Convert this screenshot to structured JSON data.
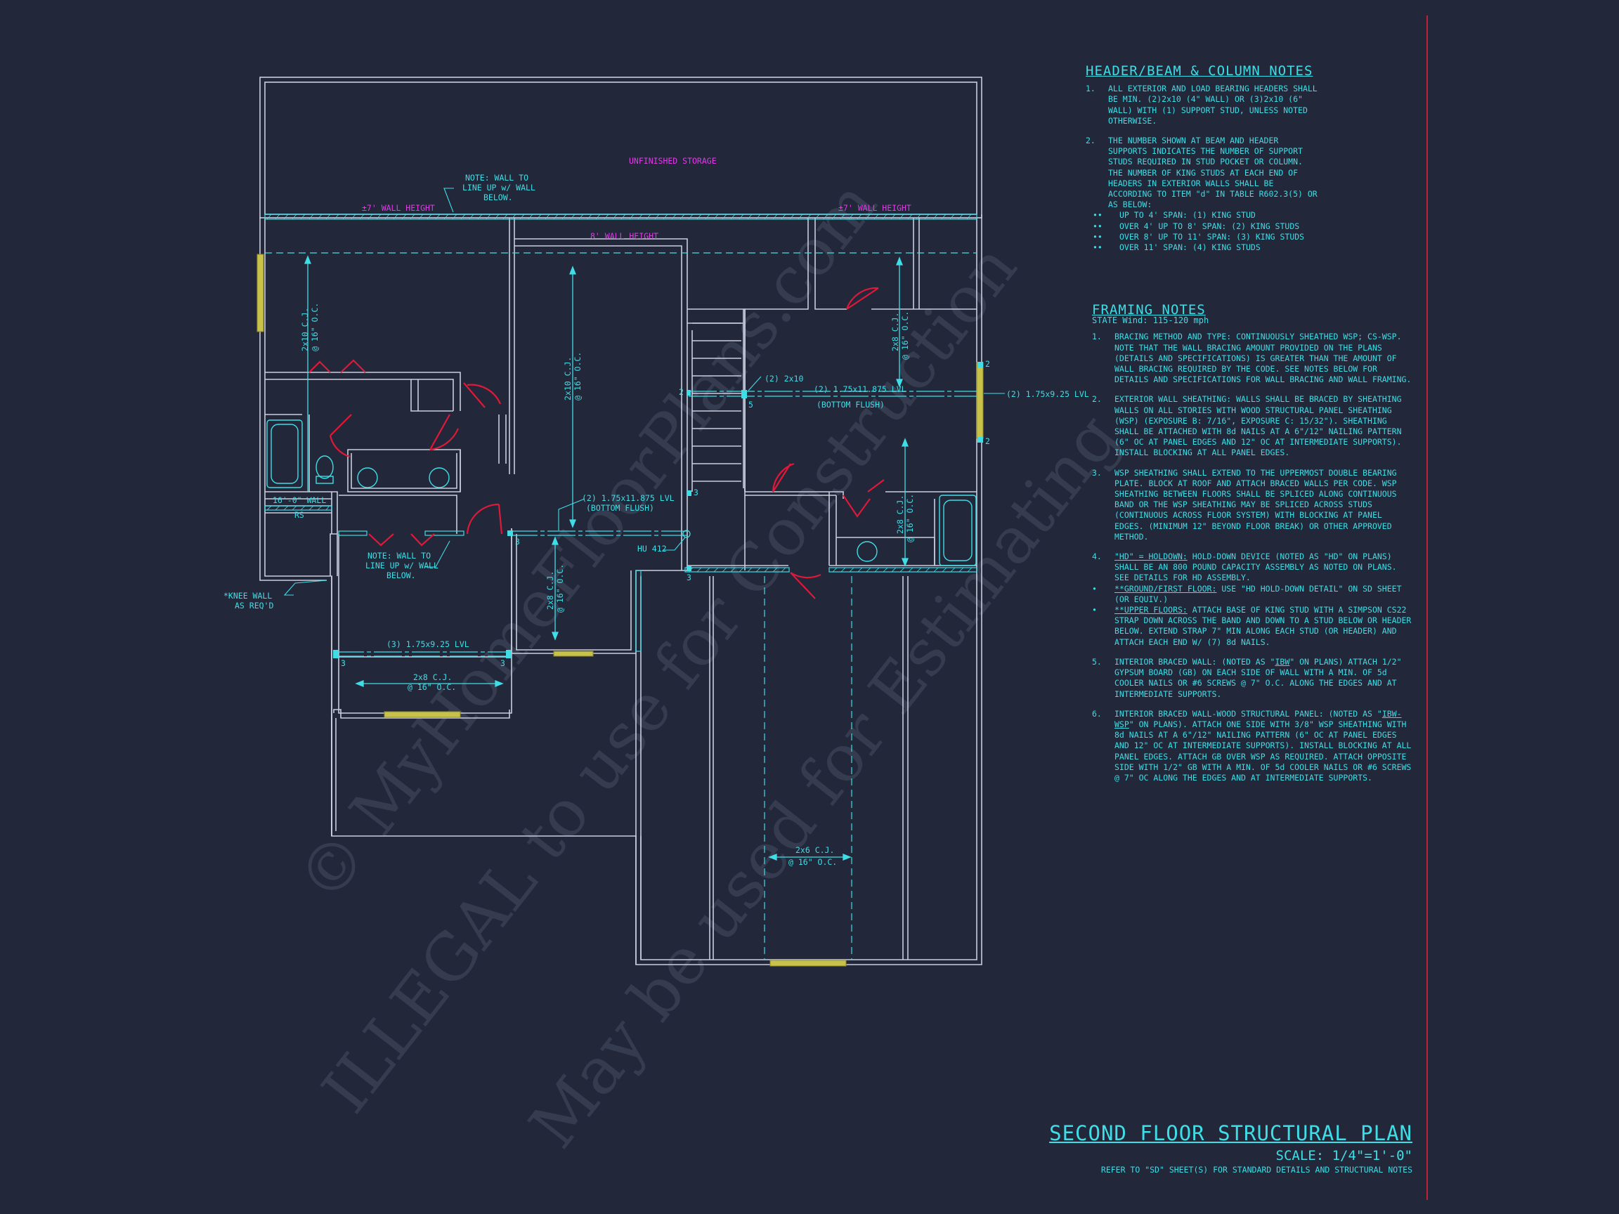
{
  "watermark": {
    "line1": "© MyHomeFloorPlans.com",
    "line2": "ILLEGAL to use for Construction",
    "line3": "May be used for Estimating"
  },
  "plan_labels": {
    "unfinished_storage": "UNFINISHED STORAGE",
    "wall_height_left": "±7' WALL HEIGHT",
    "wall_height_right": "±7' WALL HEIGHT",
    "wall_height_8": "8' WALL HEIGHT",
    "note_top_1": "NOTE: WALL TO",
    "note_top_2": "LINE UP w/ WALL",
    "note_top_3": "BELOW.",
    "note_mid_1": "NOTE: WALL TO",
    "note_mid_2": "LINE UP w/ WALL",
    "note_mid_3": "BELOW.",
    "cj_2x10_left_1": "2x10 C.J.",
    "cj_2x10_left_2": "@ 16\" O.C.",
    "cj_2x10_center_1": "2x10 C.J.",
    "cj_2x10_center_2": "@ 16\" O.C.",
    "cj_2x8_right_top_1": "2x8 C.J.",
    "cj_2x8_right_top_2": "@ 16\" O.C.",
    "cj_2x8_right_mid_1": "2x8 C.J.",
    "cj_2x8_right_mid_2": "@ 16\" O.C.",
    "cj_2x8_center_1": "2x8 C.J.",
    "cj_2x8_center_2": "@ 16\" O.C.",
    "cj_2x8_bottom_1": "2x8 C.J.",
    "cj_2x8_bottom_2": "@ 16\" O.C.",
    "cj_2x6_1": "2x6 C.J.",
    "cj_2x6_2": "@ 16\" O.C.",
    "beam_2x10": "(2) 2x10",
    "lvl_stair_1": "(2) 1.75x11.875 LVL",
    "lvl_stair_2": "(BOTTOM FLUSH)",
    "lvl_right": "(2) 1.75x9.25 LVL",
    "lvl_mid_1": "(2) 1.75x11.875 LVL",
    "lvl_mid_2": "(BOTTOM FLUSH)",
    "lvl_lower": "(3) 1.75x9.25 LVL",
    "hu": "HU 412",
    "knee_wall_1": "*KNEE WALL",
    "knee_wall_2": "AS REQ'D",
    "wall_16": "16'-0\" WALL",
    "rs": "RS",
    "n2": "2",
    "n3": "3",
    "n5": "5"
  },
  "header_notes": {
    "title": "HEADER/BEAM & COLUMN NOTES",
    "items": [
      {
        "num": "1.",
        "text": "ALL EXTERIOR AND LOAD BEARING HEADERS SHALL BE MIN. (2)2x10 (4\" WALL) OR (3)2x10 (6\" WALL) WITH (1) SUPPORT STUD, UNLESS NOTED OTHERWISE."
      },
      {
        "num": "2.",
        "text": "THE NUMBER SHOWN AT BEAM AND HEADER SUPPORTS INDICATES THE NUMBER OF SUPPORT STUDS REQUIRED IN STUD POCKET OR COLUMN. THE NUMBER OF KING STUDS AT EACH END OF HEADERS IN EXTERIOR WALLS SHALL BE ACCORDING TO ITEM \"d\" IN TABLE R602.3(5) OR AS BELOW:"
      }
    ],
    "bullet": "••",
    "bullets": [
      "UP TO 4' SPAN: (1) KING STUD",
      "OVER 4' UP TO 8' SPAN: (2) KING STUDS",
      "OVER 8' UP TO 11' SPAN: (3) KING STUDS",
      "OVER 11' SPAN: (4) KING STUDS"
    ]
  },
  "framing_notes": {
    "title": "FRAMING NOTES",
    "subtitle": "STATE Wind: 115-120 mph",
    "item1": {
      "num": "1.",
      "text": "BRACING METHOD AND TYPE: CONTINUOUSLY SHEATHED WSP; CS-WSP. NOTE THAT THE WALL BRACING AMOUNT PROVIDED ON THE PLANS (DETAILS AND SPECIFICATIONS) IS GREATER THAN THE AMOUNT OF WALL BRACING REQUIRED BY THE CODE. SEE NOTES BELOW FOR DETAILS AND SPECIFICATIONS FOR WALL BRACING AND WALL FRAMING."
    },
    "item2": {
      "num": "2.",
      "text": "EXTERIOR WALL SHEATHING: WALLS SHALL BE BRACED BY SHEATHING WALLS ON ALL STORIES WITH WOOD STRUCTURAL PANEL SHEATHING (WSP) (EXPOSURE B: 7/16\", EXPOSURE C: 15/32\"). SHEATHING SHALL BE ATTACHED WITH 8d NAILS AT A 6\"/12\" NAILING PATTERN (6\" OC AT PANEL EDGES AND 12\" OC AT INTERMEDIATE SUPPORTS). INSTALL BLOCKING AT ALL PANEL EDGES."
    },
    "item3": {
      "num": "3.",
      "text": "WSP SHEATHING SHALL EXTEND TO THE UPPERMOST DOUBLE BEARING PLATE. BLOCK AT ROOF AND ATTACH BRACED WALLS PER CODE. WSP SHEATHING BETWEEN FLOORS SHALL BE SPLICED ALONG CONTINUOUS BAND OR THE WSP SHEATHING MAY BE SPLICED ACROSS STUDS (CONTINUOUS ACROSS FLOOR SYSTEM) WITH BLOCKING AT PANEL EDGES. (MINIMUM 12\" BEYOND FLOOR BREAK) OR OTHER APPROVED METHOD."
    },
    "item4": {
      "num": "4.",
      "label": "\"HD\" = HOLDOWN:",
      "text": " HOLD-DOWN DEVICE (NOTED AS \"HD\" ON PLANS) SHALL BE AN 800 POUND CAPACITY ASSEMBLY AS NOTED ON PLANS. SEE DETAILS FOR HD ASSEMBLY."
    },
    "item4_b1_label": "**GROUND/FIRST FLOOR:",
    "item4_b1_text": " USE \"HD HOLD-DOWN DETAIL\" ON SD SHEET (OR EQUIV.)",
    "item4_b2_label": "**UPPER FLOORS:",
    "item4_b2_text": " ATTACH BASE OF KING STUD WITH A SIMPSON CS22 STRAP DOWN ACROSS THE BAND AND DOWN TO A STUD BELOW OR HEADER BELOW. EXTEND STRAP 7\" MIN ALONG EACH STUD (OR HEADER) AND ATTACH EACH END W/ (7) 8d NAILS.",
    "bullet": "•",
    "item5": {
      "num": "5.",
      "pre": "INTERIOR BRACED WALL: (NOTED AS \"",
      "label": "IBW",
      "text": "\" ON PLANS) ATTACH 1/2\" GYPSUM BOARD (GB) ON EACH SIDE OF WALL WITH A MIN. OF 5d COOLER NAILS OR #6 SCREWS @ 7\" O.C. ALONG THE EDGES AND AT INTERMEDIATE SUPPORTS."
    },
    "item6": {
      "num": "6.",
      "pre": "INTERIOR BRACED WALL-WOOD STRUCTURAL PANEL: (NOTED AS \"",
      "label": "IBW-WSP",
      "text": "\" ON PLANS). ATTACH ONE SIDE WITH 3/8\" WSP SHEATHING WITH 8d NAILS AT A 6\"/12\" NAILING PATTERN (6\" OC AT PANEL EDGES AND 12\" OC AT INTERMEDIATE SUPPORTS). INSTALL BLOCKING AT ALL PANEL EDGES. ATTACH GB OVER WSP AS REQUIRED. ATTACH OPPOSITE SIDE WITH 1/2\" GB WITH A MIN. OF 5d COOLER NAILS OR #6 SCREWS @ 7\" OC ALONG THE EDGES AND AT INTERMEDIATE SUPPORTS."
    }
  },
  "title_block": {
    "title": "SECOND FLOOR STRUCTURAL PLAN",
    "scale": "SCALE: 1/4\"=1'-0\"",
    "refer": "REFER TO \"SD\" SHEET(S) FOR STANDARD DETAILS AND STRUCTURAL NOTES"
  },
  "colors": {
    "background": "#222839",
    "wall": "#c9cede",
    "cyan": "#3fdde6",
    "magenta": "#e03ae6",
    "door": "#e0183a",
    "window": "#c8c24a",
    "border": "#c0203a"
  }
}
